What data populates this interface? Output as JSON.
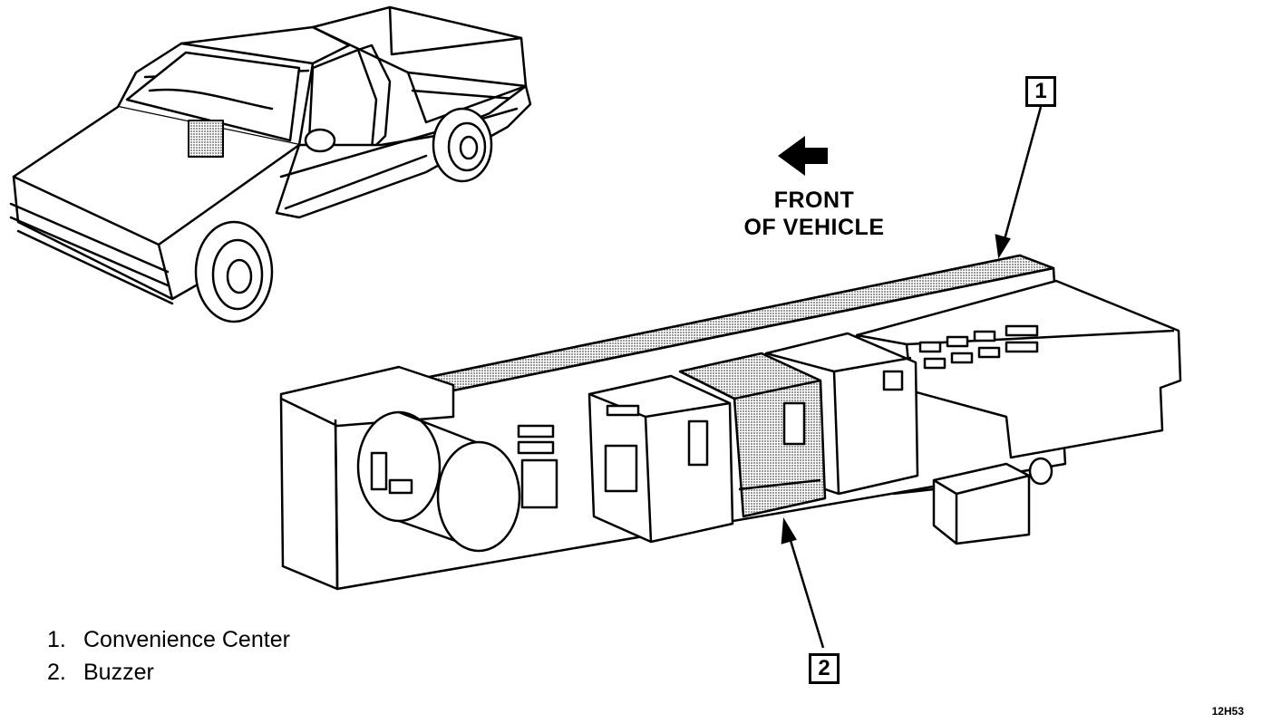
{
  "direction_label": {
    "line1": "FRONT",
    "line2": "OF VEHICLE"
  },
  "callouts": [
    {
      "number": "1",
      "target": "Convenience Center"
    },
    {
      "number": "2",
      "target": "Buzzer"
    }
  ],
  "legend": [
    {
      "number": "1.",
      "text": "Convenience Center"
    },
    {
      "number": "2.",
      "text": "Buzzer"
    }
  ],
  "figure_code": "12H53",
  "colors": {
    "line": "#000000",
    "shading": "#b9b9b9",
    "background": "#ffffff"
  }
}
